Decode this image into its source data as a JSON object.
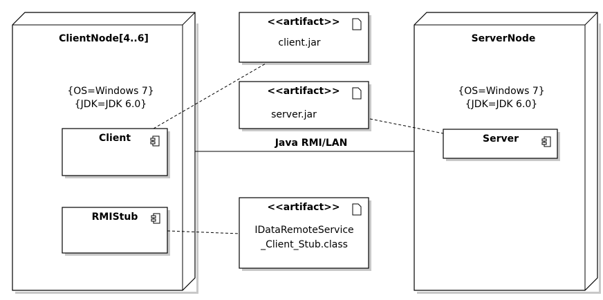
{
  "nodes": {
    "client": {
      "title": "ClientNode[4..6]",
      "props": [
        "{OS=Windows 7}",
        "{JDK=JDK 6.0}"
      ]
    },
    "server": {
      "title": "ServerNode",
      "props": [
        "{OS=Windows 7}",
        "{JDK=JDK 6.0}"
      ]
    }
  },
  "components": {
    "client": "Client",
    "rmistub": "RMIStub",
    "server": "Server"
  },
  "artifacts": {
    "client_jar": {
      "stereotype": "<<artifact>>",
      "name_lines": [
        "client.jar"
      ]
    },
    "server_jar": {
      "stereotype": "<<artifact>>",
      "name_lines": [
        "server.jar"
      ]
    },
    "stub": {
      "stereotype": "<<artifact>>",
      "name_lines": [
        "IDataRemoteService",
        "_Client_Stub.class"
      ]
    }
  },
  "connection_label": "Java RMI/LAN",
  "icons": {
    "component": "component-icon",
    "artifact": "artifact-file-icon"
  }
}
